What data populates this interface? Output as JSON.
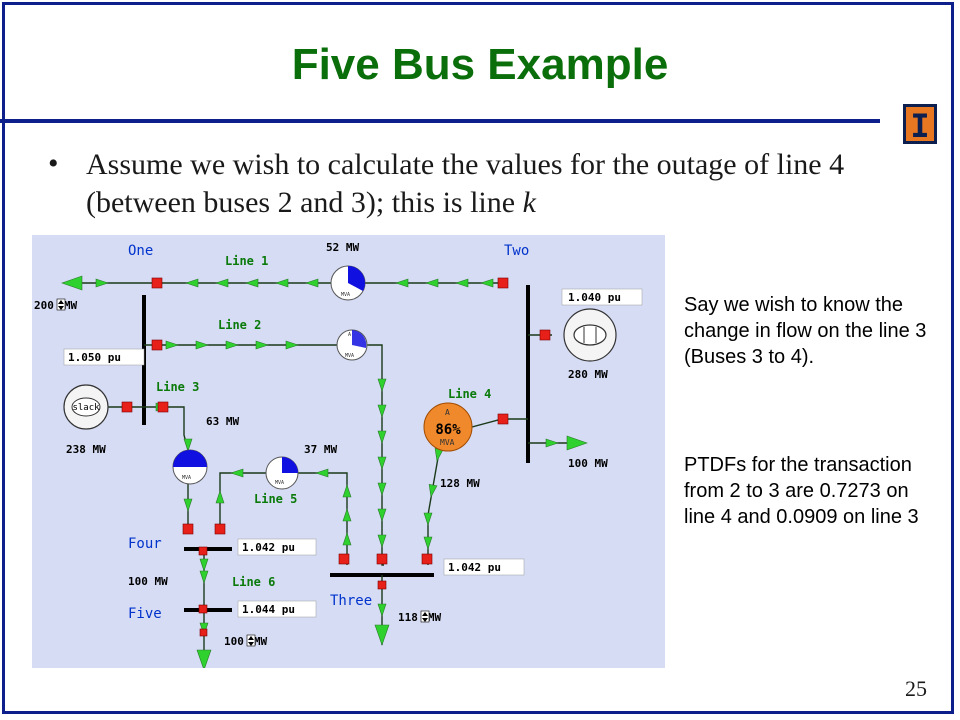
{
  "slide": {
    "title": "Five Bus Example",
    "bullet_text": "Assume we wish to calculate the values for the outage of line 4 (between buses 2 and 3); this is line ",
    "bullet_italic": "k",
    "note1": "Say we wish to know the change in flow on the line 3  (Buses 3 to 4).",
    "note2": "PTDFs for the transaction from 2 to 3 are 0.7273 on line 4 and 0.0909 on line 3",
    "page_number": "25",
    "logo_letter": "I"
  },
  "diagram": {
    "buses": {
      "one": "One",
      "two": "Two",
      "three": "Three",
      "four": "Four",
      "five": "Five"
    },
    "lines": {
      "line1": "Line 1",
      "line2": "Line 2",
      "line3": "Line 3",
      "line4": "Line 4",
      "line5": "Line 5",
      "line6": "Line 6"
    },
    "voltages": {
      "one": "1.050 pu",
      "two": "1.040 pu",
      "three": "1.042 pu",
      "four": "1.042 pu",
      "five": "1.044 pu"
    },
    "flows": {
      "line1": "52 MW",
      "line3": "63 MW",
      "line5": "37 MW",
      "line4": "128 MW",
      "four_to_five": "100 MW"
    },
    "generation": {
      "gen1": "238 MW",
      "gen2": "280 MW",
      "slack_label": "slack"
    },
    "loads": {
      "one_value": "200",
      "two": "100 MW",
      "three_value": "118",
      "five_value": "100",
      "mw_suffix": "MW"
    },
    "meter_labels": {
      "a": "A",
      "mva": "MVA"
    },
    "line4_loading": "86%",
    "colors": {
      "background": "#d6dcf4",
      "arrow": "#2fd12f",
      "breaker": "#e8201a",
      "pie": "#1010e0",
      "overload": "#f0882c",
      "label": "#0a7a0a",
      "bus_label": "#0033cc"
    }
  }
}
